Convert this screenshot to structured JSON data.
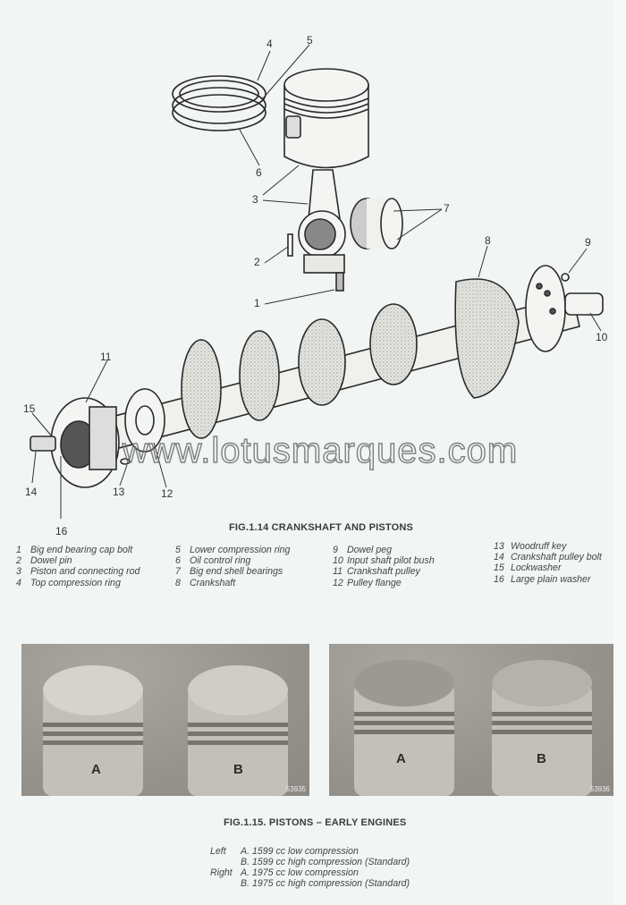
{
  "figure_1_14": {
    "title": "FIG.1.14 CRANKSHAFT AND PISTONS",
    "callouts": [
      "1",
      "2",
      "3",
      "4",
      "5",
      "6",
      "7",
      "8",
      "9",
      "10",
      "11",
      "12",
      "13",
      "14",
      "15",
      "16"
    ],
    "legend": [
      [
        {
          "num": "1",
          "label": "Big end bearing cap bolt"
        },
        {
          "num": "2",
          "label": "Dowel pin"
        },
        {
          "num": "3",
          "label": "Piston and connecting rod"
        },
        {
          "num": "4",
          "label": "Top compression ring"
        }
      ],
      [
        {
          "num": "5",
          "label": "Lower compression ring"
        },
        {
          "num": "6",
          "label": "Oil control ring"
        },
        {
          "num": "7",
          "label": "Big end shell bearings"
        },
        {
          "num": "8",
          "label": "Crankshaft"
        }
      ],
      [
        {
          "num": "9",
          "label": "Dowel peg"
        },
        {
          "num": "10",
          "label": "Input shaft pilot bush"
        },
        {
          "num": "11",
          "label": "Crankshaft pulley"
        },
        {
          "num": "12",
          "label": "Pulley flange"
        }
      ],
      [
        {
          "num": "13",
          "label": "Woodruff key"
        },
        {
          "num": "14",
          "label": "Crankshaft pulley bolt"
        },
        {
          "num": "15",
          "label": "Lockwasher"
        },
        {
          "num": "16",
          "label": "Large plain washer"
        }
      ]
    ]
  },
  "watermark": "www.lotusmarques.com",
  "figure_1_15": {
    "title": "FIG.1.15. PISTONS – EARLY ENGINES",
    "photos": [
      {
        "labels": [
          "A",
          "B"
        ],
        "id": "53935"
      },
      {
        "labels": [
          "A",
          "B"
        ],
        "id": "53936"
      }
    ],
    "caption": [
      {
        "side": "Left",
        "item": "A.",
        "text": "1599 cc low compression"
      },
      {
        "side": "",
        "item": "B.",
        "text": "1599 cc high compression (Standard)"
      },
      {
        "side": "Right",
        "item": "A.",
        "text": "1975 cc low compression"
      },
      {
        "side": "",
        "item": "B.",
        "text": "1975 cc high compression (Standard)"
      }
    ]
  }
}
